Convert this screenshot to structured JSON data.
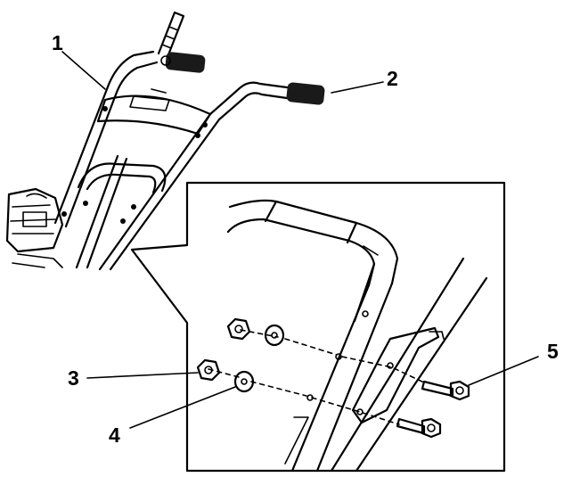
{
  "callouts": [
    {
      "id": "1",
      "label": "1"
    },
    {
      "id": "2",
      "label": "2"
    },
    {
      "id": "3",
      "label": "3"
    },
    {
      "id": "4",
      "label": "4"
    },
    {
      "id": "5",
      "label": "5"
    }
  ],
  "colors": {
    "line": "#000000",
    "background": "#ffffff",
    "grip": "#1a1a1a"
  }
}
